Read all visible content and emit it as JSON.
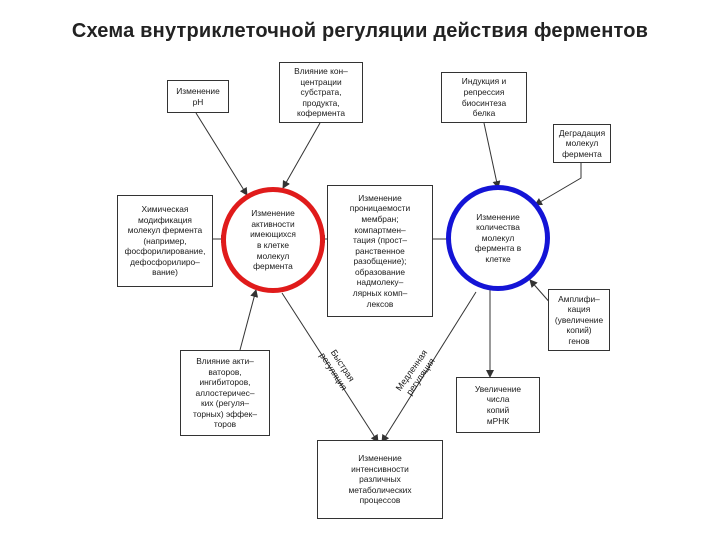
{
  "title": "Схема внутриклеточной регуляции действия ферментов",
  "colors": {
    "activity_circle": "#e01b1b",
    "quantity_circle": "#1414d6",
    "lines": "#333333"
  },
  "nodes": {
    "ph": [
      "Изменение",
      "pH"
    ],
    "substrate": [
      "Влияние кон–",
      "центрации",
      "субстрата,",
      "продукта,",
      "кофермента"
    ],
    "induction": [
      "Индукция и",
      "репрессия",
      "биосинтеза",
      "белка"
    ],
    "degradation": [
      "Деградация",
      "молекул",
      "фермента"
    ],
    "chemical": [
      "Химическая",
      "модификация",
      "молекул фермента",
      "(например,",
      "фосфорилирование,",
      "дефосфорилиро–",
      "вание)"
    ],
    "activity": [
      "Изменение",
      "активности",
      "имеющихся",
      "в клетке",
      "молекул",
      "фермента"
    ],
    "permeability": [
      "Изменение",
      "проницаемости",
      "мембран;",
      "компартмен–",
      "тация (прост–",
      "ранственное",
      "разобщение);",
      "образование",
      "надмолеку–",
      "лярных комп–",
      "лексов"
    ],
    "quantity": [
      "Изменение",
      "количества",
      "молекул",
      "фермента в",
      "клетке"
    ],
    "amplification": [
      "Амплифи–",
      "кация",
      "(увеличение",
      "копий)",
      "генов"
    ],
    "activators": [
      "Влияние акти–",
      "ваторов,",
      "ингибиторов,",
      "аллостеричес–",
      "ких (регуля–",
      "торных) эффек–",
      "торов"
    ],
    "mrna": [
      "Увеличение",
      "числа",
      "копий",
      "мРНК"
    ],
    "metabolic": [
      "Изменение",
      "интенсивности",
      "различных",
      "метаболических",
      "процессов"
    ]
  },
  "arrow_labels": {
    "fast": [
      "Быстрая",
      "регуляция"
    ],
    "slow": [
      "Медленная",
      "регуляция"
    ]
  }
}
